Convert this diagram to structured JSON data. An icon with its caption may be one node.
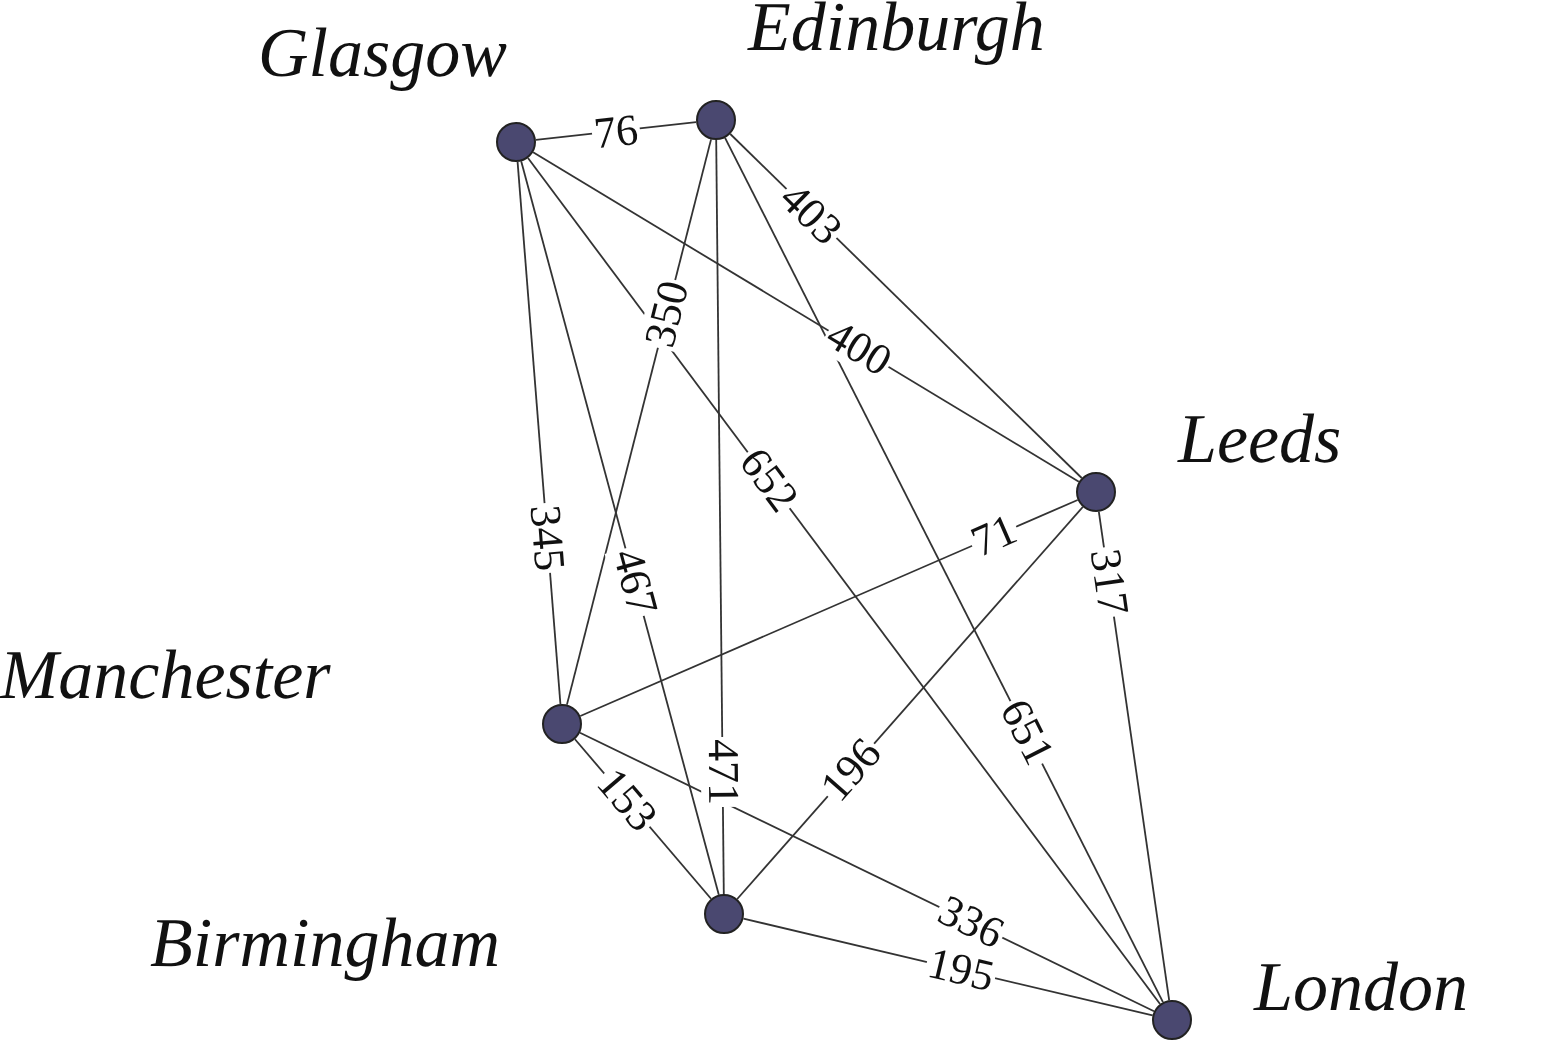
{
  "diagram": {
    "nodes": [
      {
        "text": [
          "Glasgow"
        ]
      },
      {
        "text": [
          "Edinburgh"
        ]
      },
      {
        "text": [
          "Leeds"
        ]
      },
      {
        "text": [
          "Manchester"
        ]
      },
      {
        "text": [
          "Birmingham"
        ]
      },
      {
        "text": [
          "London"
        ]
      }
    ],
    "edges": [
      {
        "from": 0,
        "to": 1,
        "arrow": "none",
        "label": "76"
      },
      {
        "from": 1,
        "to": 2,
        "arrow": "none",
        "label": "403"
      },
      {
        "from": 0,
        "to": 2,
        "arrow": "none",
        "label": "400"
      },
      {
        "from": 0,
        "to": 3,
        "arrow": "none",
        "label": "345"
      },
      {
        "from": 1,
        "to": 3,
        "arrow": "none",
        "label": "350"
      },
      {
        "from": 0,
        "to": 4,
        "arrow": "none",
        "label": "467"
      },
      {
        "from": 0,
        "to": 5,
        "arrow": "none",
        "label": "652"
      },
      {
        "from": 1,
        "to": 4,
        "arrow": "none",
        "label": "471"
      },
      {
        "from": 1,
        "to": 5,
        "arrow": "none",
        "label": "651"
      },
      {
        "from": 2,
        "to": 3,
        "arrow": "none",
        "label": "71"
      },
      {
        "from": 2,
        "to": 4,
        "arrow": "none",
        "label": "196"
      },
      {
        "from": 2,
        "to": 5,
        "arrow": "none",
        "label": "317"
      },
      {
        "from": 3,
        "to": 4,
        "arrow": "none",
        "label": "153"
      },
      {
        "from": 3,
        "to": 5,
        "arrow": "none",
        "label": "336"
      },
      {
        "from": 4,
        "to": 5,
        "arrow": "none",
        "label": "195"
      }
    ]
  }
}
